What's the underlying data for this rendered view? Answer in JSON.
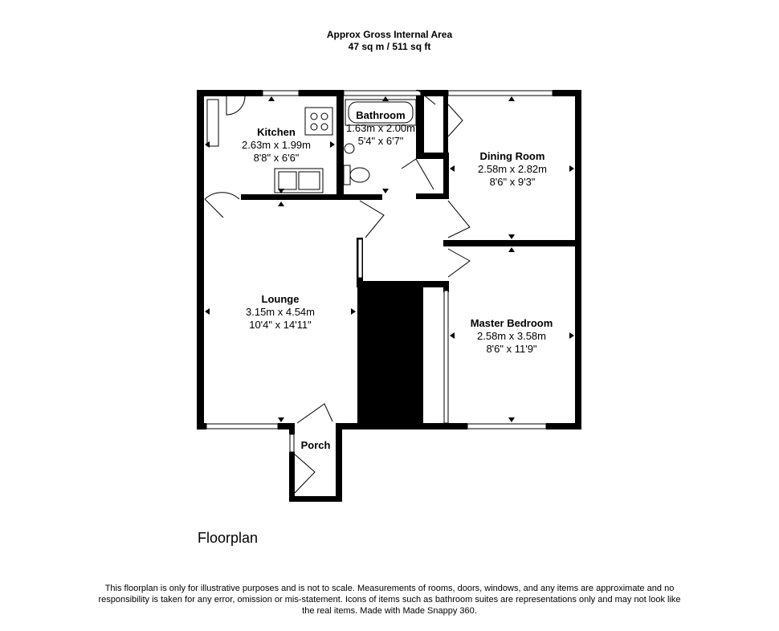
{
  "header": {
    "title": "Approx Gross Internal Area",
    "area": "47 sq m / 511 sq ft"
  },
  "rooms": [
    {
      "name": "Kitchen",
      "metric": "2.63m x 1.99m",
      "imperial": "8'8\" x 6'6\""
    },
    {
      "name": "Bathroom",
      "metric": "1.63m x 2.00m",
      "imperial": "5'4\" x 6'7\""
    },
    {
      "name": "Dining Room",
      "metric": "2.58m x 2.82m",
      "imperial": "8'6\" x 9'3\""
    },
    {
      "name": "Lounge",
      "metric": "3.15m x 4.54m",
      "imperial": "10'4\" x 14'11\""
    },
    {
      "name": "Master Bedroom",
      "metric": "2.58m x 3.58m",
      "imperial": "8'6\" x 11'9\""
    },
    {
      "name": "Porch",
      "metric": "",
      "imperial": ""
    }
  ],
  "floor_label": "Floorplan",
  "disclaimer": "This floorplan is only for illustrative purposes and is not to scale. Measurements of rooms, doors, windows, and any items are approximate and no responsibility is taken for any error, omission or mis-statement. Icons of items such as bathroom suites are representations only and may not look like the real items. Made with Made Snappy 360."
}
